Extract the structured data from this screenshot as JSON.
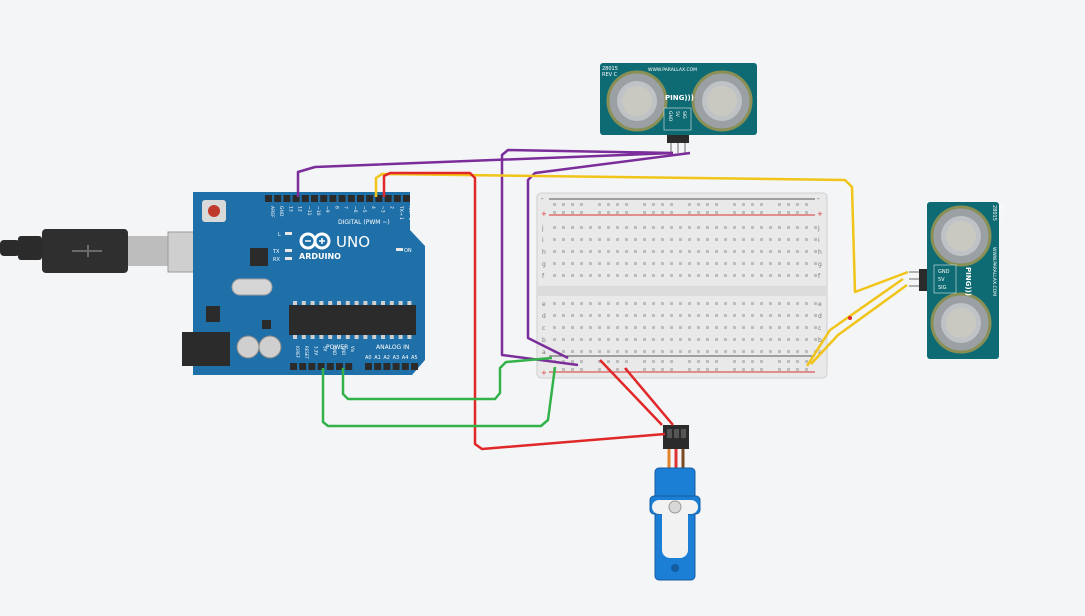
{
  "arduino": {
    "brand": "ARDUINO",
    "model": "UNO",
    "digital_label": "DIGITAL (PWM ~)",
    "power_label": "POWER",
    "analog_label": "ANALOG IN",
    "on_label": "ON",
    "l_label": "L",
    "tx_label": "TX",
    "rx_label": "RX",
    "digital_pins": [
      "AREF",
      "GND",
      "13",
      "12",
      "~11",
      "~10",
      "~9",
      "8",
      "7",
      "~6",
      "~5",
      "4",
      "~3",
      "2",
      "TX→ 1",
      "RX← 0"
    ],
    "power_pins": [
      "IOREF",
      "RESET",
      "3.3V",
      "5V",
      "GND",
      "GND",
      "Vin"
    ],
    "analog_pins": [
      "A0",
      "A1",
      "A2",
      "A3",
      "A4",
      "A5"
    ]
  },
  "sensor_top": {
    "model_no": "28015",
    "rev": "REV C",
    "site": "WWW.PARALLAX.COM",
    "brand": "PING)))",
    "pins": [
      "GND",
      "5V",
      "SIG"
    ]
  },
  "sensor_right": {
    "model_no": "28015",
    "rev": "REV C",
    "site": "WWW.PARALLAX.COM",
    "brand": "PING)))",
    "pins": [
      "GND",
      "5V",
      "SIG"
    ]
  },
  "breadboard": {
    "rows_top": [
      "j",
      "i",
      "h",
      "g",
      "f"
    ],
    "rows_bottom": [
      "e",
      "d",
      "c",
      "b",
      "a"
    ],
    "rail_plus": "+",
    "rail_minus": "-"
  },
  "colors": {
    "arduino_board": "#1f6fa8",
    "sensor_board": "#0f6b73",
    "servo_body": "#1c7fd6",
    "wire_red": "#e02828",
    "wire_purple": "#7b2d9a",
    "wire_yellow": "#f0c419",
    "wire_green": "#33b24a"
  }
}
